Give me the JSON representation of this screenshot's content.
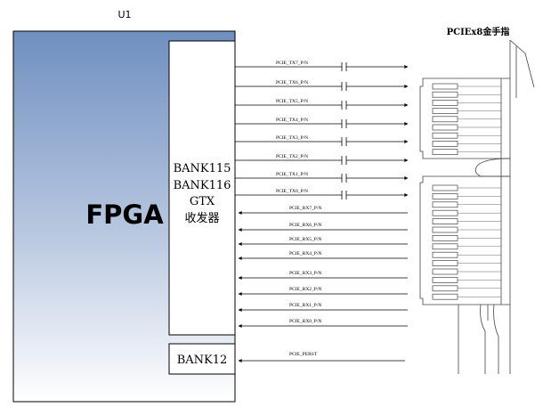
{
  "component_ref": "U1",
  "connector_title": "PCIEx8金手指",
  "fpga_label": "FPGA",
  "transceiver": {
    "line1": "BANK115",
    "line2": "BANK116",
    "line3": "GTX",
    "line4": "收发器"
  },
  "bank12_label": "BANK12",
  "tx_signals": [
    "PCIE_TX7_P/N",
    "PCIE_TX6_P/N",
    "PCIE_TX5_P/N",
    "PCIE_TX4_P/N",
    "PCIE_TX3_P/N",
    "PCIE_TX2_P/N",
    "PCIE_TX1_P/N",
    "PCIE_TX0_P/N"
  ],
  "rx_signals": [
    "PCIE_RX7_P/N",
    "PCIE_RX6_P/N",
    "PCIE_RX5_P/N",
    "PCIE_RX4_P/N",
    "PCIE_RX3_P/N",
    "PCIE_RX2_P/N",
    "PCIE_RX1_P/N",
    "PCIE_RX0_P/N"
  ],
  "reset_signal": "PCIE_PERST",
  "colors": {
    "fpga_gradient_top": "#6f8fc0",
    "fpga_gradient_bottom": "#ffffff",
    "line": "#000000"
  }
}
